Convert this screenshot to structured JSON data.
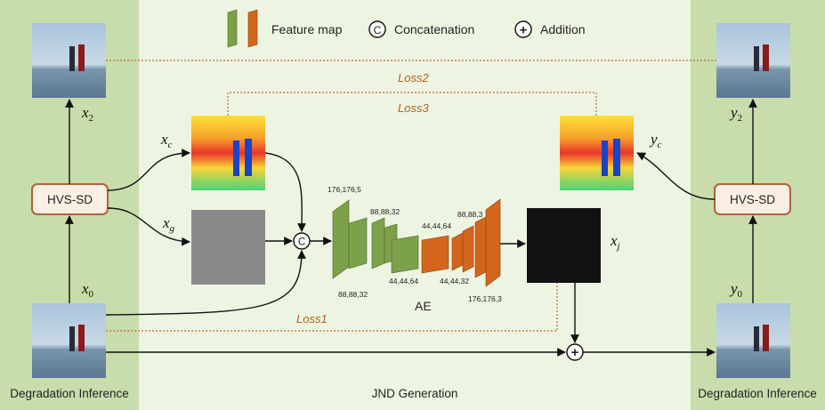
{
  "legend": {
    "feature_map": "Feature map",
    "concat_symbol": "C",
    "concatenation": "Concatenation",
    "add_symbol": "+",
    "addition": "Addition"
  },
  "panels": {
    "left": "Degradation Inference",
    "center": "JND Generation",
    "right": "Degradation Inference"
  },
  "modules": {
    "hvs_left": "HVS-SD",
    "hvs_right": "HVS-SD",
    "ae": "AE"
  },
  "losses": {
    "loss1": "Loss1",
    "loss2": "Loss2",
    "loss3": "Loss3"
  },
  "vars": {
    "x2": {
      "base": "x",
      "sub": "2"
    },
    "x0": {
      "base": "x",
      "sub": "0"
    },
    "xc": {
      "base": "x",
      "sub": "c"
    },
    "xg": {
      "base": "x",
      "sub": "g"
    },
    "xj": {
      "base": "x",
      "sub": "j"
    },
    "y2": {
      "base": "y",
      "sub": "2"
    },
    "y0": {
      "base": "y",
      "sub": "0"
    },
    "yc": {
      "base": "y",
      "sub": "c"
    }
  },
  "dims": {
    "d1": "176,176,5",
    "d2": "88,88,32",
    "d3": "44,44,64",
    "d4": "88,88,32",
    "d5": "44,44,64",
    "d6": "44,44,32",
    "d7": "88,88,3",
    "d8": "176,176,3"
  },
  "colors": {
    "panel_side": "#c9dcac",
    "panel_center": "#eef4e2",
    "hvs_border": "#b0623a",
    "hvs_fill": "#fbeee4",
    "encoder": "#7da04a",
    "decoder": "#d3661c",
    "loss_line": "#c0692a"
  }
}
